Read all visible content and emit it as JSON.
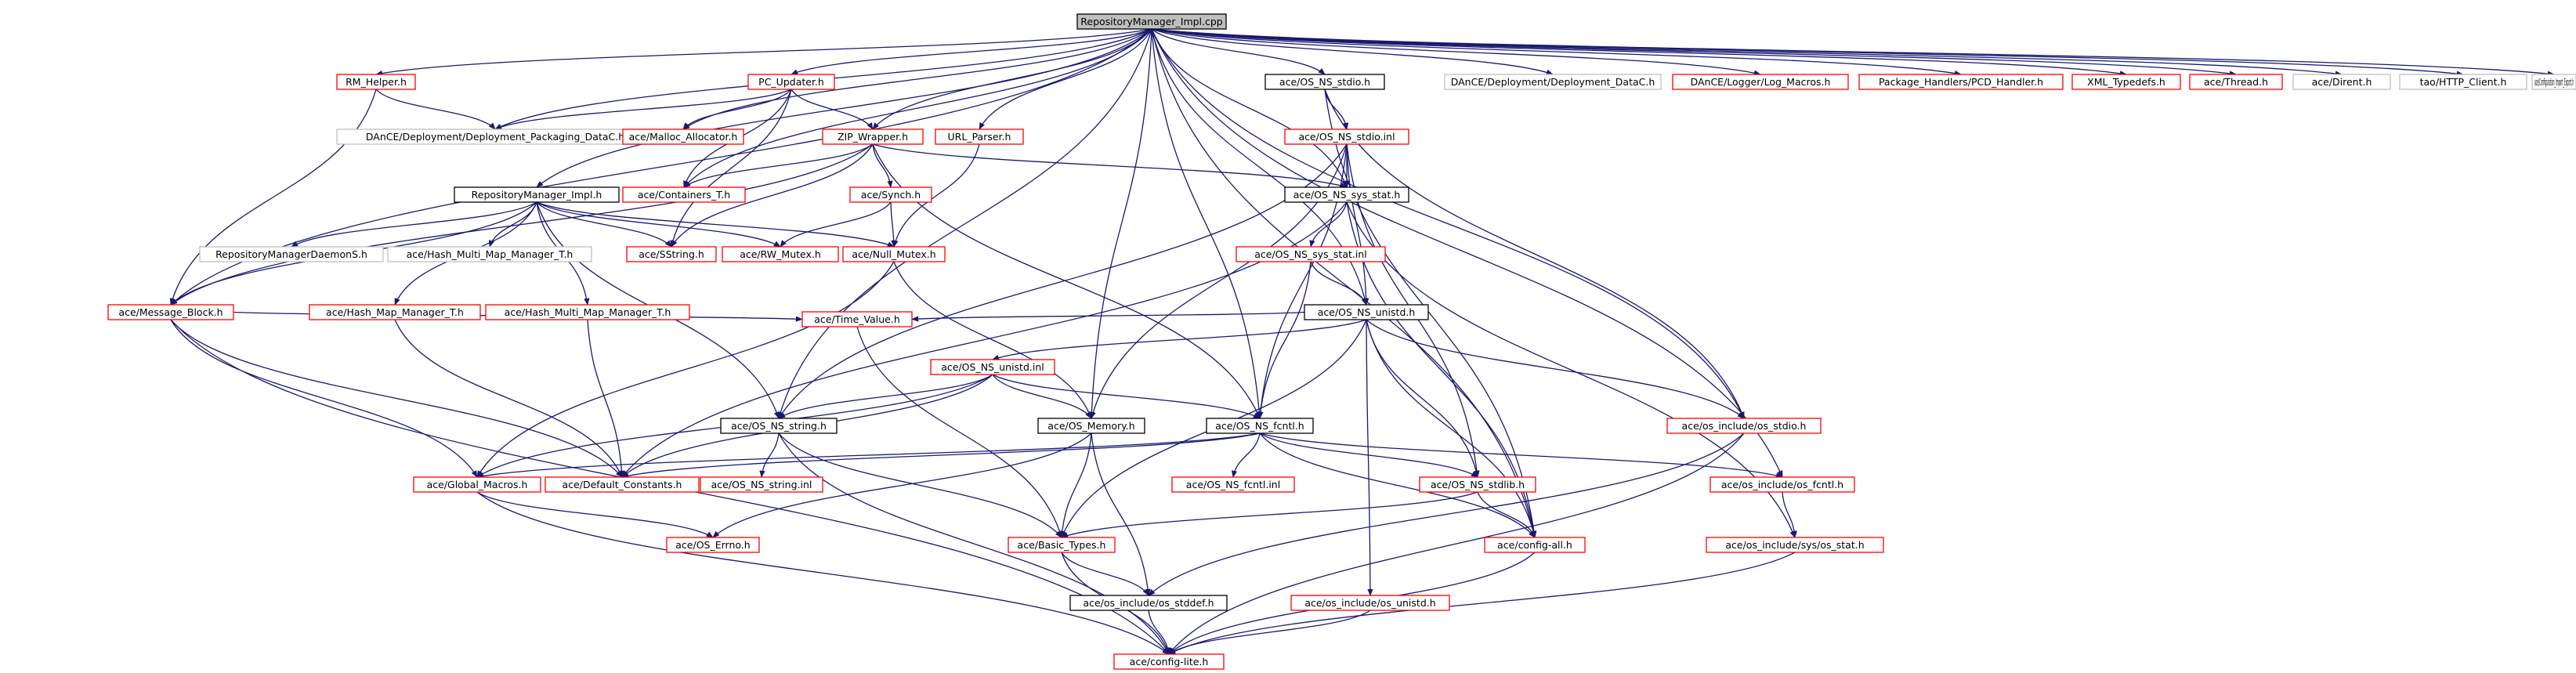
{
  "diagram": {
    "nodes": [
      {
        "id": "root",
        "label": "RepositoryManager_Impl.cpp",
        "style": "root"
      },
      {
        "id": "rm_helper",
        "label": "RM_Helper.h",
        "style": "red"
      },
      {
        "id": "pc_updater",
        "label": "PC_Updater.h",
        "style": "red"
      },
      {
        "id": "ns_stdio",
        "label": "ace/OS_NS_stdio.h",
        "style": "black"
      },
      {
        "id": "dep_datac",
        "label": "DAnCE/Deployment/Deployment_DataC.h",
        "style": "grey"
      },
      {
        "id": "log_macros",
        "label": "DAnCE/Logger/Log_Macros.h",
        "style": "red"
      },
      {
        "id": "pcd_handler",
        "label": "Package_Handlers/PCD_Handler.h",
        "style": "red"
      },
      {
        "id": "xml_typedefs",
        "label": "XML_Typedefs.h",
        "style": "red"
      },
      {
        "id": "thread",
        "label": "ace/Thread.h",
        "style": "red"
      },
      {
        "id": "dirent",
        "label": "ace/Dirent.h",
        "style": "grey"
      },
      {
        "id": "http_client",
        "label": "tao/HTTP_Client.h",
        "style": "grey"
      },
      {
        "id": "cfg_import",
        "label": "ace/Configuration_Import_Export.h",
        "style": "grey"
      },
      {
        "id": "dep_pkg",
        "label": "DAnCE/Deployment/Deployment_Packaging_DataC.h",
        "style": "grey"
      },
      {
        "id": "malloc_alloc",
        "label": "ace/Malloc_Allocator.h",
        "style": "red"
      },
      {
        "id": "zip_wrapper",
        "label": "ZIP_Wrapper.h",
        "style": "red"
      },
      {
        "id": "url_parser",
        "label": "URL_Parser.h",
        "style": "red"
      },
      {
        "id": "ns_stdio_inl",
        "label": "ace/OS_NS_stdio.inl",
        "style": "red"
      },
      {
        "id": "rm_impl_h",
        "label": "RepositoryManager_Impl.h",
        "style": "black"
      },
      {
        "id": "containers_t",
        "label": "ace/Containers_T.h",
        "style": "red"
      },
      {
        "id": "synch",
        "label": "ace/Synch.h",
        "style": "red"
      },
      {
        "id": "sys_stat",
        "label": "ace/OS_NS_sys_stat.h",
        "style": "black"
      },
      {
        "id": "rm_daemon",
        "label": "RepositoryManagerDaemonS.h",
        "style": "grey"
      },
      {
        "id": "hash_multi_map",
        "label": "ace/Hash_Multi_Map_Manager_T.h",
        "style": "grey"
      },
      {
        "id": "sstring",
        "label": "ace/SString.h",
        "style": "red"
      },
      {
        "id": "rw_mutex",
        "label": "ace/RW_Mutex.h",
        "style": "red"
      },
      {
        "id": "null_mutex",
        "label": "ace/Null_Mutex.h",
        "style": "red"
      },
      {
        "id": "sys_stat_inl",
        "label": "ace/OS_NS_sys_stat.inl",
        "style": "red"
      },
      {
        "id": "message_block",
        "label": "ace/Message_Block.h",
        "style": "red"
      },
      {
        "id": "hash_map",
        "label": "ace/Hash_Map_Manager_T.h",
        "style": "red"
      },
      {
        "id": "hash_multi_map_red",
        "label": "ace/Hash_Multi_Map_Manager_T.h",
        "style": "red"
      },
      {
        "id": "ns_unistd",
        "label": "ace/OS_NS_unistd.h",
        "style": "black"
      },
      {
        "id": "time_value",
        "label": "ace/Time_Value.h",
        "style": "red"
      },
      {
        "id": "ns_unistd_inl",
        "label": "ace/OS_NS_unistd.inl",
        "style": "red"
      },
      {
        "id": "ns_string",
        "label": "ace/OS_NS_string.h",
        "style": "black"
      },
      {
        "id": "os_memory",
        "label": "ace/OS_Memory.h",
        "style": "black"
      },
      {
        "id": "ns_fcntl",
        "label": "ace/OS_NS_fcntl.h",
        "style": "black"
      },
      {
        "id": "inc_stdio",
        "label": "ace/os_include/os_stdio.h",
        "style": "red"
      },
      {
        "id": "global_macros",
        "label": "ace/Global_Macros.h",
        "style": "red"
      },
      {
        "id": "default_consts",
        "label": "ace/Default_Constants.h",
        "style": "red"
      },
      {
        "id": "ns_string_inl",
        "label": "ace/OS_NS_string.inl",
        "style": "red"
      },
      {
        "id": "ns_fcntl_inl",
        "label": "ace/OS_NS_fcntl.inl",
        "style": "red"
      },
      {
        "id": "ns_stdlib",
        "label": "ace/OS_NS_stdlib.h",
        "style": "red"
      },
      {
        "id": "inc_fcntl",
        "label": "ace/os_include/os_fcntl.h",
        "style": "red"
      },
      {
        "id": "os_errno",
        "label": "ace/OS_Errno.h",
        "style": "red"
      },
      {
        "id": "basic_types",
        "label": "ace/Basic_Types.h",
        "style": "red"
      },
      {
        "id": "config_all",
        "label": "ace/config-all.h",
        "style": "red"
      },
      {
        "id": "inc_sys_stat",
        "label": "ace/os_include/sys/os_stat.h",
        "style": "red"
      },
      {
        "id": "inc_stddef",
        "label": "ace/os_include/os_stddef.h",
        "style": "black"
      },
      {
        "id": "inc_unistd",
        "label": "ace/os_include/os_unistd.h",
        "style": "red"
      },
      {
        "id": "config_lite",
        "label": "ace/config-lite.h",
        "style": "red"
      }
    ],
    "edges": [
      [
        "root",
        "rm_helper"
      ],
      [
        "root",
        "pc_updater"
      ],
      [
        "root",
        "ns_stdio"
      ],
      [
        "root",
        "dep_datac"
      ],
      [
        "root",
        "log_macros"
      ],
      [
        "root",
        "pcd_handler"
      ],
      [
        "root",
        "xml_typedefs"
      ],
      [
        "root",
        "thread"
      ],
      [
        "root",
        "dirent"
      ],
      [
        "root",
        "http_client"
      ],
      [
        "root",
        "cfg_import"
      ],
      [
        "root",
        "dep_pkg"
      ],
      [
        "root",
        "malloc_alloc"
      ],
      [
        "root",
        "zip_wrapper"
      ],
      [
        "root",
        "url_parser"
      ],
      [
        "root",
        "rm_impl_h"
      ],
      [
        "root",
        "containers_t"
      ],
      [
        "root",
        "message_block"
      ],
      [
        "root",
        "sys_stat"
      ],
      [
        "root",
        "ns_string"
      ],
      [
        "root",
        "os_memory"
      ],
      [
        "root",
        "ns_fcntl"
      ],
      [
        "root",
        "ns_unistd"
      ],
      [
        "root",
        "config_all"
      ],
      [
        "root",
        "inc_fcntl"
      ],
      [
        "root",
        "inc_stdio"
      ],
      [
        "rm_helper",
        "dep_pkg"
      ],
      [
        "rm_helper",
        "message_block"
      ],
      [
        "pc_updater",
        "dep_pkg"
      ],
      [
        "pc_updater",
        "malloc_alloc"
      ],
      [
        "pc_updater",
        "zip_wrapper"
      ],
      [
        "pc_updater",
        "containers_t"
      ],
      [
        "pc_updater",
        "sstring"
      ],
      [
        "zip_wrapper",
        "containers_t"
      ],
      [
        "zip_wrapper",
        "sstring"
      ],
      [
        "zip_wrapper",
        "synch"
      ],
      [
        "zip_wrapper",
        "message_block"
      ],
      [
        "zip_wrapper",
        "sys_stat"
      ],
      [
        "zip_wrapper",
        "ns_fcntl"
      ],
      [
        "url_parser",
        "null_mutex"
      ],
      [
        "synch",
        "rw_mutex"
      ],
      [
        "synch",
        "null_mutex"
      ],
      [
        "rm_impl_h",
        "rm_daemon"
      ],
      [
        "rm_impl_h",
        "hash_multi_map"
      ],
      [
        "rm_impl_h",
        "sstring"
      ],
      [
        "rm_impl_h",
        "rw_mutex"
      ],
      [
        "rm_impl_h",
        "null_mutex"
      ],
      [
        "rm_impl_h",
        "hash_map"
      ],
      [
        "rm_impl_h",
        "hash_multi_map_red"
      ],
      [
        "rm_impl_h",
        "message_block"
      ],
      [
        "rm_impl_h",
        "ns_string"
      ],
      [
        "ns_stdio",
        "ns_stdio_inl"
      ],
      [
        "ns_stdio",
        "inc_stdio"
      ],
      [
        "ns_stdio",
        "config_all"
      ],
      [
        "ns_stdio_inl",
        "sys_stat"
      ],
      [
        "ns_stdio_inl",
        "ns_unistd"
      ],
      [
        "ns_stdio_inl",
        "ns_stdlib"
      ],
      [
        "ns_stdio_inl",
        "ns_fcntl"
      ],
      [
        "ns_stdio_inl",
        "os_memory"
      ],
      [
        "ns_stdio_inl",
        "ns_string"
      ],
      [
        "sys_stat",
        "sys_stat_inl"
      ],
      [
        "sys_stat",
        "inc_sys_stat"
      ],
      [
        "sys_stat",
        "config_all"
      ],
      [
        "sys_stat",
        "default_consts"
      ],
      [
        "sys_stat_inl",
        "ns_unistd"
      ],
      [
        "sys_stat_inl",
        "ns_fcntl"
      ],
      [
        "null_mutex",
        "global_macros"
      ],
      [
        "null_mutex",
        "os_memory"
      ],
      [
        "message_block",
        "time_value"
      ],
      [
        "message_block",
        "default_consts"
      ],
      [
        "message_block",
        "global_macros"
      ],
      [
        "message_block",
        "config_lite"
      ],
      [
        "hash_map",
        "default_consts"
      ],
      [
        "hash_multi_map_red",
        "default_consts"
      ],
      [
        "ns_unistd",
        "ns_unistd_inl"
      ],
      [
        "ns_unistd",
        "time_value"
      ],
      [
        "ns_unistd",
        "inc_stdio"
      ],
      [
        "ns_unistd",
        "ns_stdlib"
      ],
      [
        "ns_unistd",
        "basic_types"
      ],
      [
        "ns_unistd",
        "inc_unistd"
      ],
      [
        "ns_unistd",
        "config_all"
      ],
      [
        "ns_unistd_inl",
        "ns_string"
      ],
      [
        "ns_unistd_inl",
        "os_memory"
      ],
      [
        "ns_unistd_inl",
        "ns_fcntl"
      ],
      [
        "ns_unistd_inl",
        "default_consts"
      ],
      [
        "ns_unistd_inl",
        "global_macros"
      ],
      [
        "time_value",
        "basic_types"
      ],
      [
        "ns_string",
        "ns_string_inl"
      ],
      [
        "ns_string",
        "basic_types"
      ],
      [
        "ns_string",
        "config_lite"
      ],
      [
        "os_memory",
        "basic_types"
      ],
      [
        "os_memory",
        "inc_stddef"
      ],
      [
        "os_memory",
        "os_errno"
      ],
      [
        "ns_fcntl",
        "ns_fcntl_inl"
      ],
      [
        "ns_fcntl",
        "inc_fcntl"
      ],
      [
        "ns_fcntl",
        "global_macros"
      ],
      [
        "ns_fcntl",
        "default_consts"
      ],
      [
        "ns_fcntl",
        "config_all"
      ],
      [
        "ns_fcntl",
        "ns_stdlib"
      ],
      [
        "inc_stdio",
        "inc_stddef"
      ],
      [
        "inc_stdio",
        "config_lite"
      ],
      [
        "global_macros",
        "os_errno"
      ],
      [
        "global_macros",
        "config_lite"
      ],
      [
        "ns_stdlib",
        "basic_types"
      ],
      [
        "ns_stdlib",
        "config_all"
      ],
      [
        "inc_fcntl",
        "inc_sys_stat"
      ],
      [
        "basic_types",
        "config_lite"
      ],
      [
        "basic_types",
        "inc_stddef"
      ],
      [
        "config_all",
        "config_lite"
      ],
      [
        "inc_sys_stat",
        "config_lite"
      ],
      [
        "inc_stddef",
        "config_lite"
      ],
      [
        "inc_unistd",
        "config_lite"
      ]
    ]
  }
}
